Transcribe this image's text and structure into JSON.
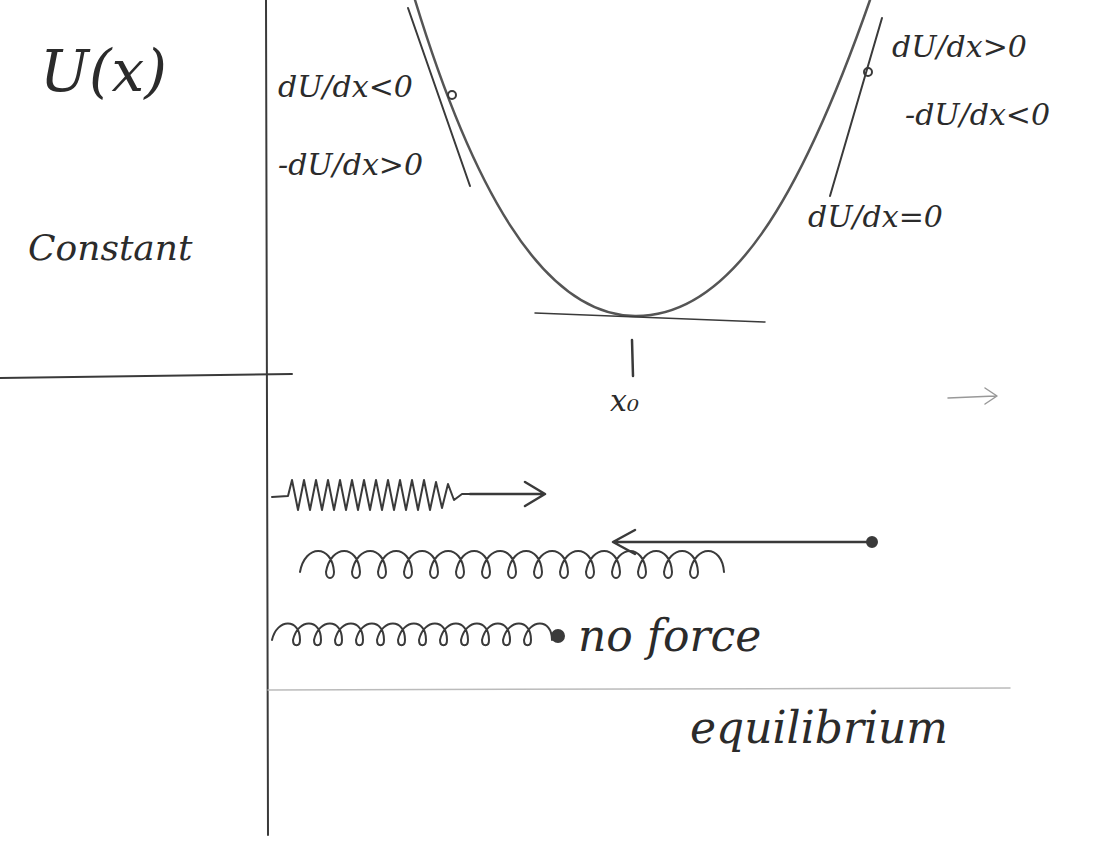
{
  "diagram": {
    "labels": [
      "U(x)",
      "dU/dx<0",
      "-dU/dx>0",
      "Constant",
      "dU/dx>0",
      "-dU/dx<0",
      "dU/dx=0",
      "x₀",
      "no force",
      "equilibrium"
    ]
  }
}
